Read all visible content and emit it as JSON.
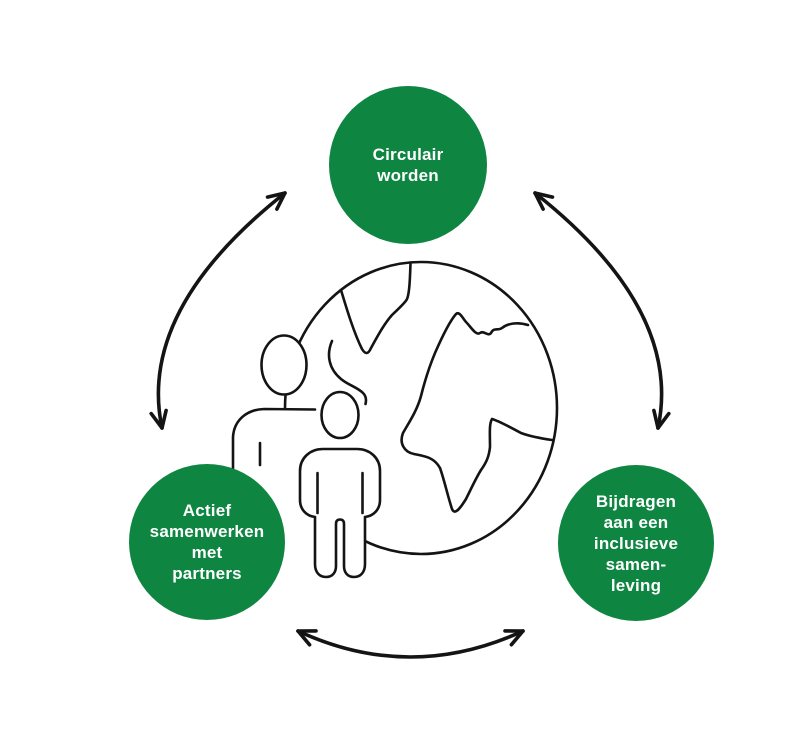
{
  "diagram": {
    "kind": "cycle-diagram",
    "center_illustration": "globe-with-two-people",
    "colors": {
      "node_fill": "#0E8540",
      "node_text": "#FFFFFF",
      "line": "#141414",
      "background": "#FFFFFF"
    },
    "nodes": [
      {
        "id": "circulair-worden",
        "label": "Circulair worden",
        "lines": [
          "Circulair",
          "worden"
        ]
      },
      {
        "id": "actief-samenwerken",
        "label": "Actief samenwerken met partners",
        "lines": [
          "Actief",
          "samenwerken",
          "met",
          "partners"
        ]
      },
      {
        "id": "bijdragen-inclusieve-samenleving",
        "label": "Bijdragen aan een inclusieve samenleving",
        "lines": [
          "Bijdragen",
          "aan een",
          "inclusieve",
          "samen-",
          "leving"
        ]
      }
    ],
    "connectors": [
      {
        "between": [
          "actief-samenwerken",
          "circulair-worden"
        ],
        "style": "curved",
        "bidirectional": true
      },
      {
        "between": [
          "circulair-worden",
          "bijdragen-inclusieve-samenleving"
        ],
        "style": "curved",
        "bidirectional": true
      },
      {
        "between": [
          "actief-samenwerken",
          "bijdragen-inclusieve-samenleving"
        ],
        "style": "curved",
        "bidirectional": true
      }
    ]
  }
}
